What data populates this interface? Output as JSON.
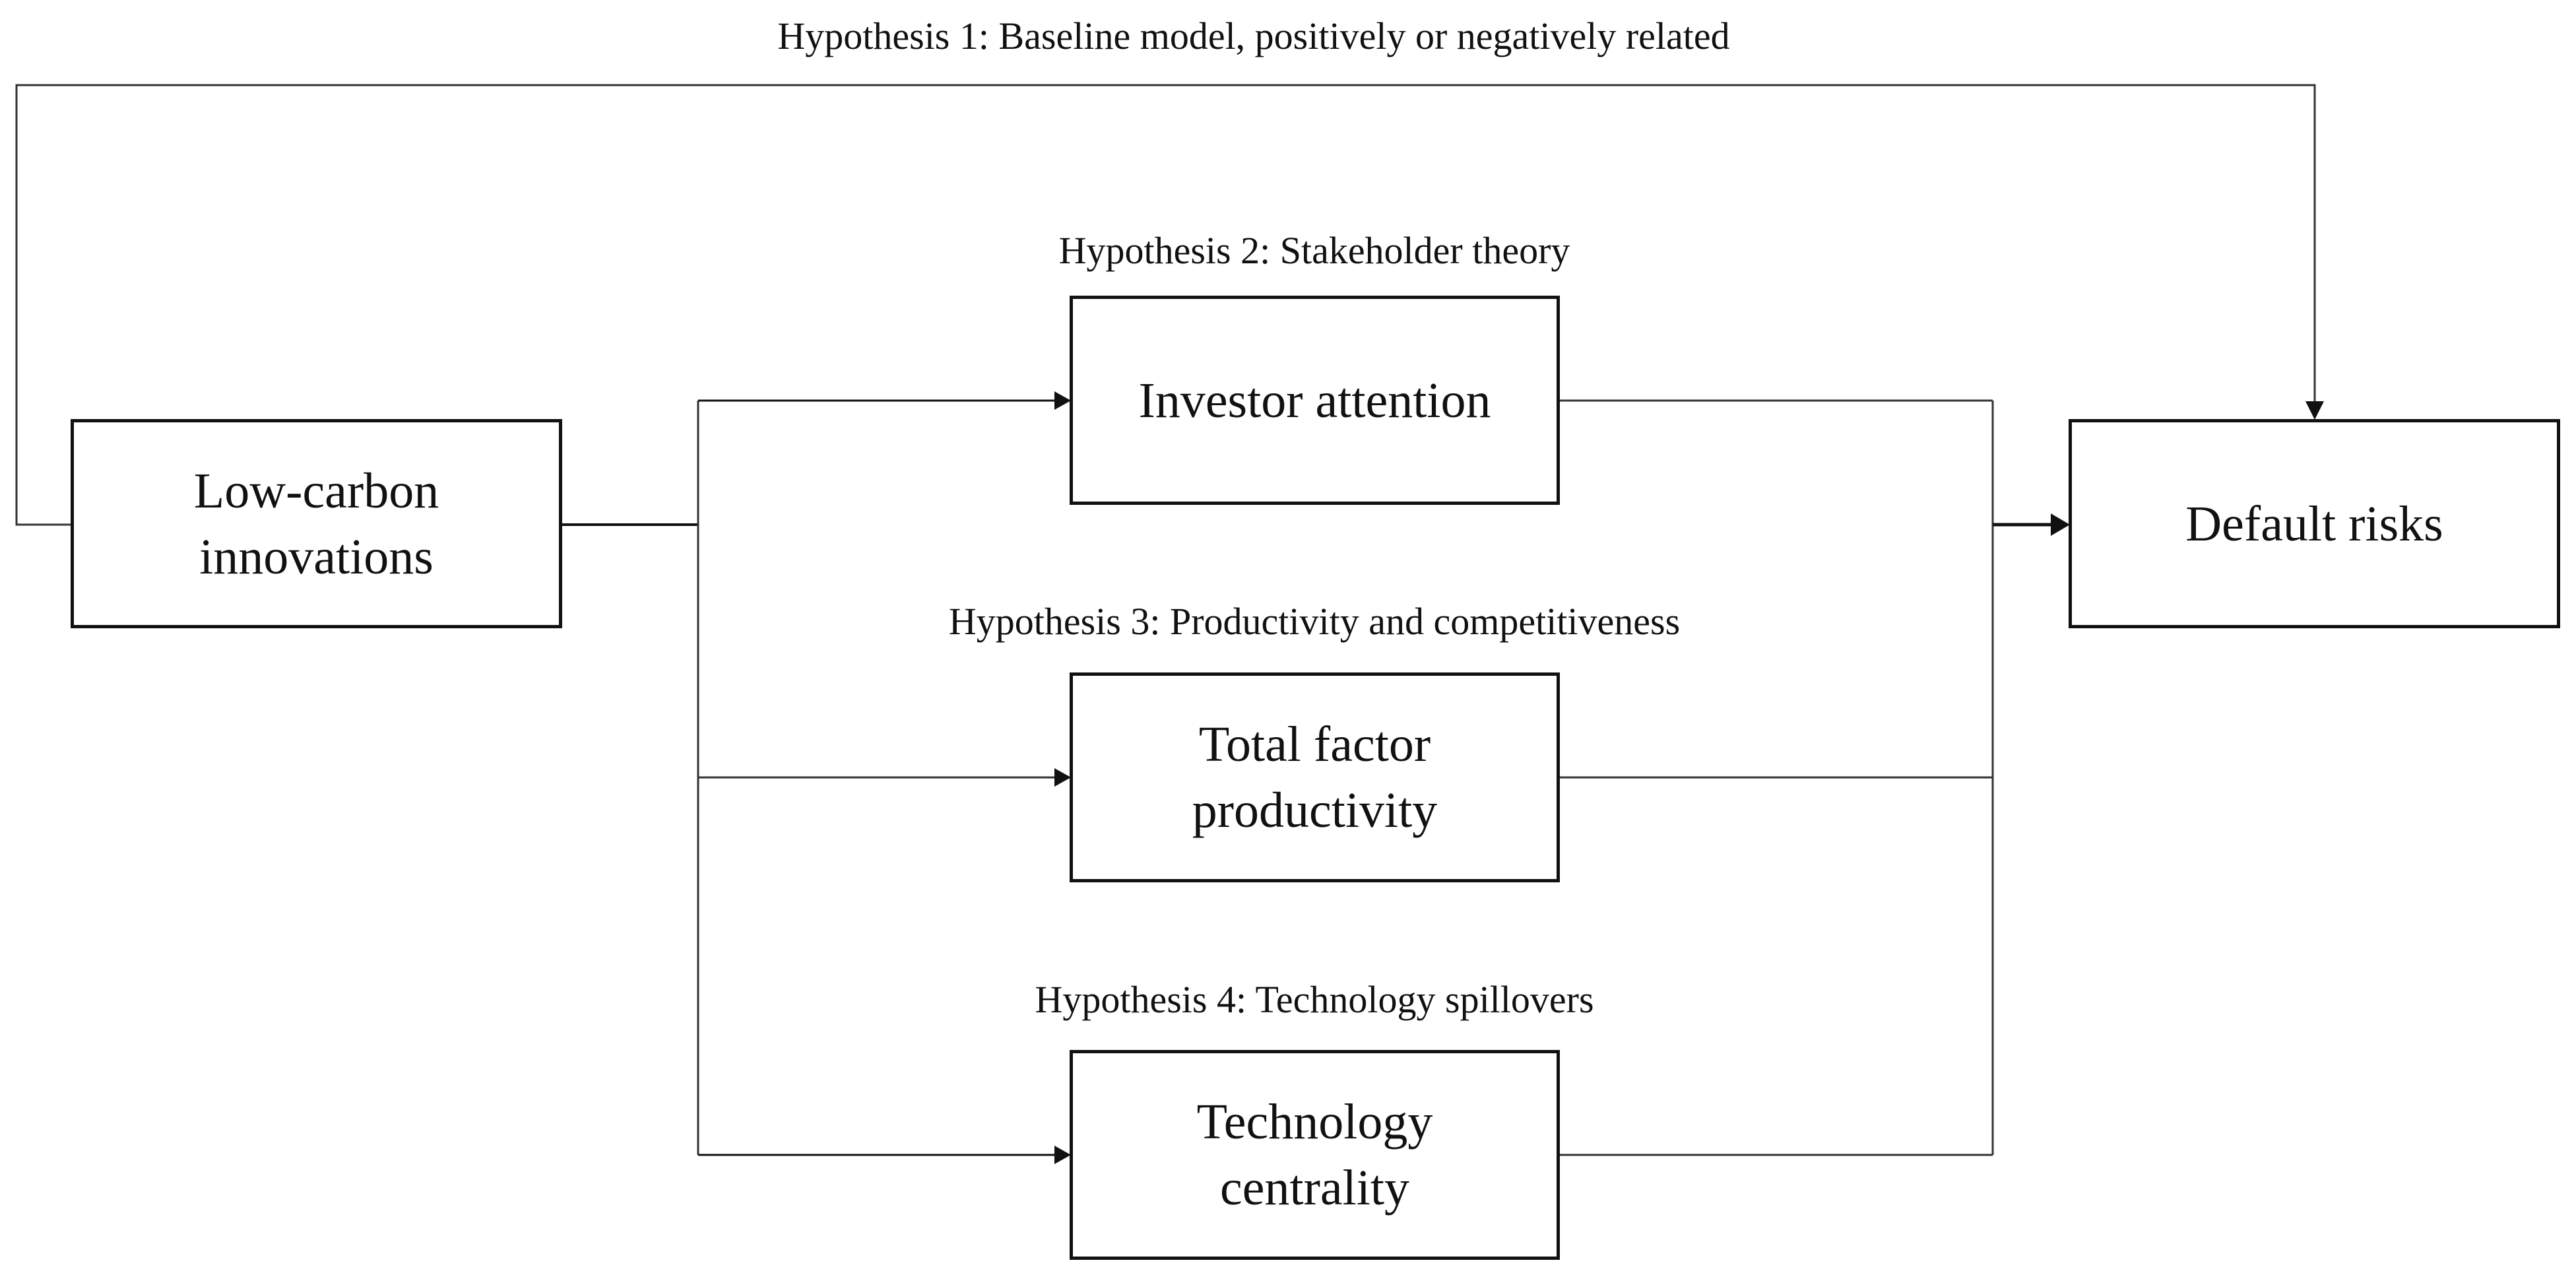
{
  "diagram": {
    "type": "conceptual-framework",
    "nodes": {
      "source": {
        "label_line1": "Low-carbon",
        "label_line2": "innovations"
      },
      "mediator1": {
        "label_line1": "Investor attention"
      },
      "mediator2": {
        "label_line1": "Total factor",
        "label_line2": "productivity"
      },
      "mediator3": {
        "label_line1": "Technology",
        "label_line2": "centrality"
      },
      "target": {
        "label_line1": "Default risks"
      }
    },
    "hypotheses": {
      "h1": "Hypothesis 1: Baseline model, positively or negatively related",
      "h2": "Hypothesis 2: Stakeholder theory",
      "h3": "Hypothesis 3: Productivity and competitiveness",
      "h4": "Hypothesis 4: Technology spillovers"
    },
    "edges": [
      {
        "from": "Low-carbon innovations",
        "to": "Default risks",
        "label": "Hypothesis 1"
      },
      {
        "from": "Low-carbon innovations",
        "to": "Investor attention",
        "label": "Hypothesis 2"
      },
      {
        "from": "Investor attention",
        "to": "Default risks"
      },
      {
        "from": "Low-carbon innovations",
        "to": "Total factor productivity",
        "label": "Hypothesis 3"
      },
      {
        "from": "Total factor productivity",
        "to": "Default risks"
      },
      {
        "from": "Low-carbon innovations",
        "to": "Technology centrality",
        "label": "Hypothesis 4"
      },
      {
        "from": "Technology centrality",
        "to": "Default risks"
      }
    ],
    "colors": {
      "line": "#111111",
      "background": "#ffffff"
    }
  }
}
